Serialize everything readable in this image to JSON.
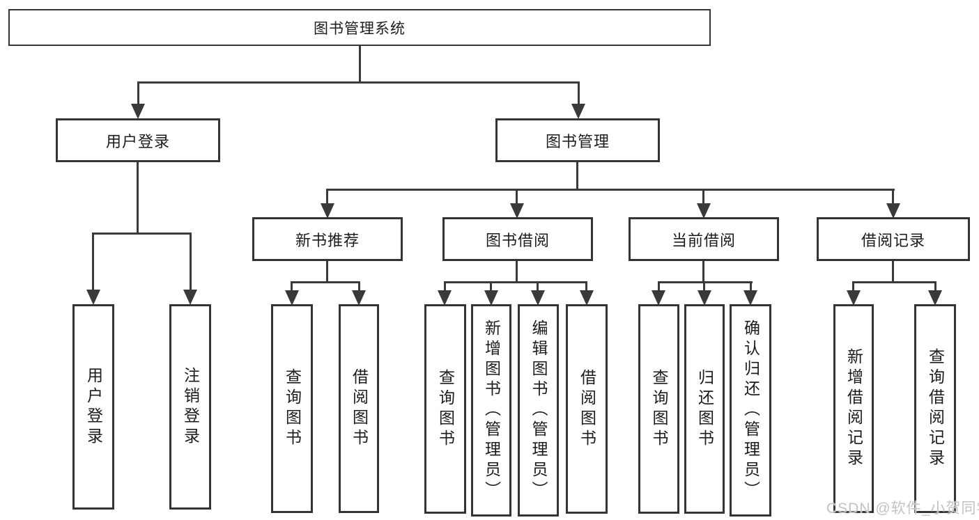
{
  "tree": {
    "label": "图书管理系统",
    "children": [
      {
        "label": "用户登录",
        "children": [
          {
            "label": "用户登录"
          },
          {
            "label": "注销登录"
          }
        ]
      },
      {
        "label": "图书管理",
        "children": [
          {
            "label": "新书推荐",
            "children": [
              {
                "label": "查询图书"
              },
              {
                "label": "借阅图书"
              }
            ]
          },
          {
            "label": "图书借阅",
            "children": [
              {
                "label": "查询图书"
              },
              {
                "label": "新增图书（管理员）"
              },
              {
                "label": "编辑图书（管理员）"
              },
              {
                "label": "借阅图书"
              }
            ]
          },
          {
            "label": "当前借阅",
            "children": [
              {
                "label": "查询图书"
              },
              {
                "label": "归还图书"
              },
              {
                "label": "确认归还（管理员）"
              }
            ]
          },
          {
            "label": "借阅记录",
            "children": [
              {
                "label": "新增借阅记录"
              },
              {
                "label": "查询借阅记录"
              }
            ]
          }
        ]
      }
    ]
  },
  "watermark": "CSDN @软件_小贺同学",
  "colors": {
    "line": "#3a3a3a",
    "box_border": "#343434",
    "text": "#1c1c1c",
    "watermark": "#c3c3c3",
    "background": "#ffffff"
  }
}
